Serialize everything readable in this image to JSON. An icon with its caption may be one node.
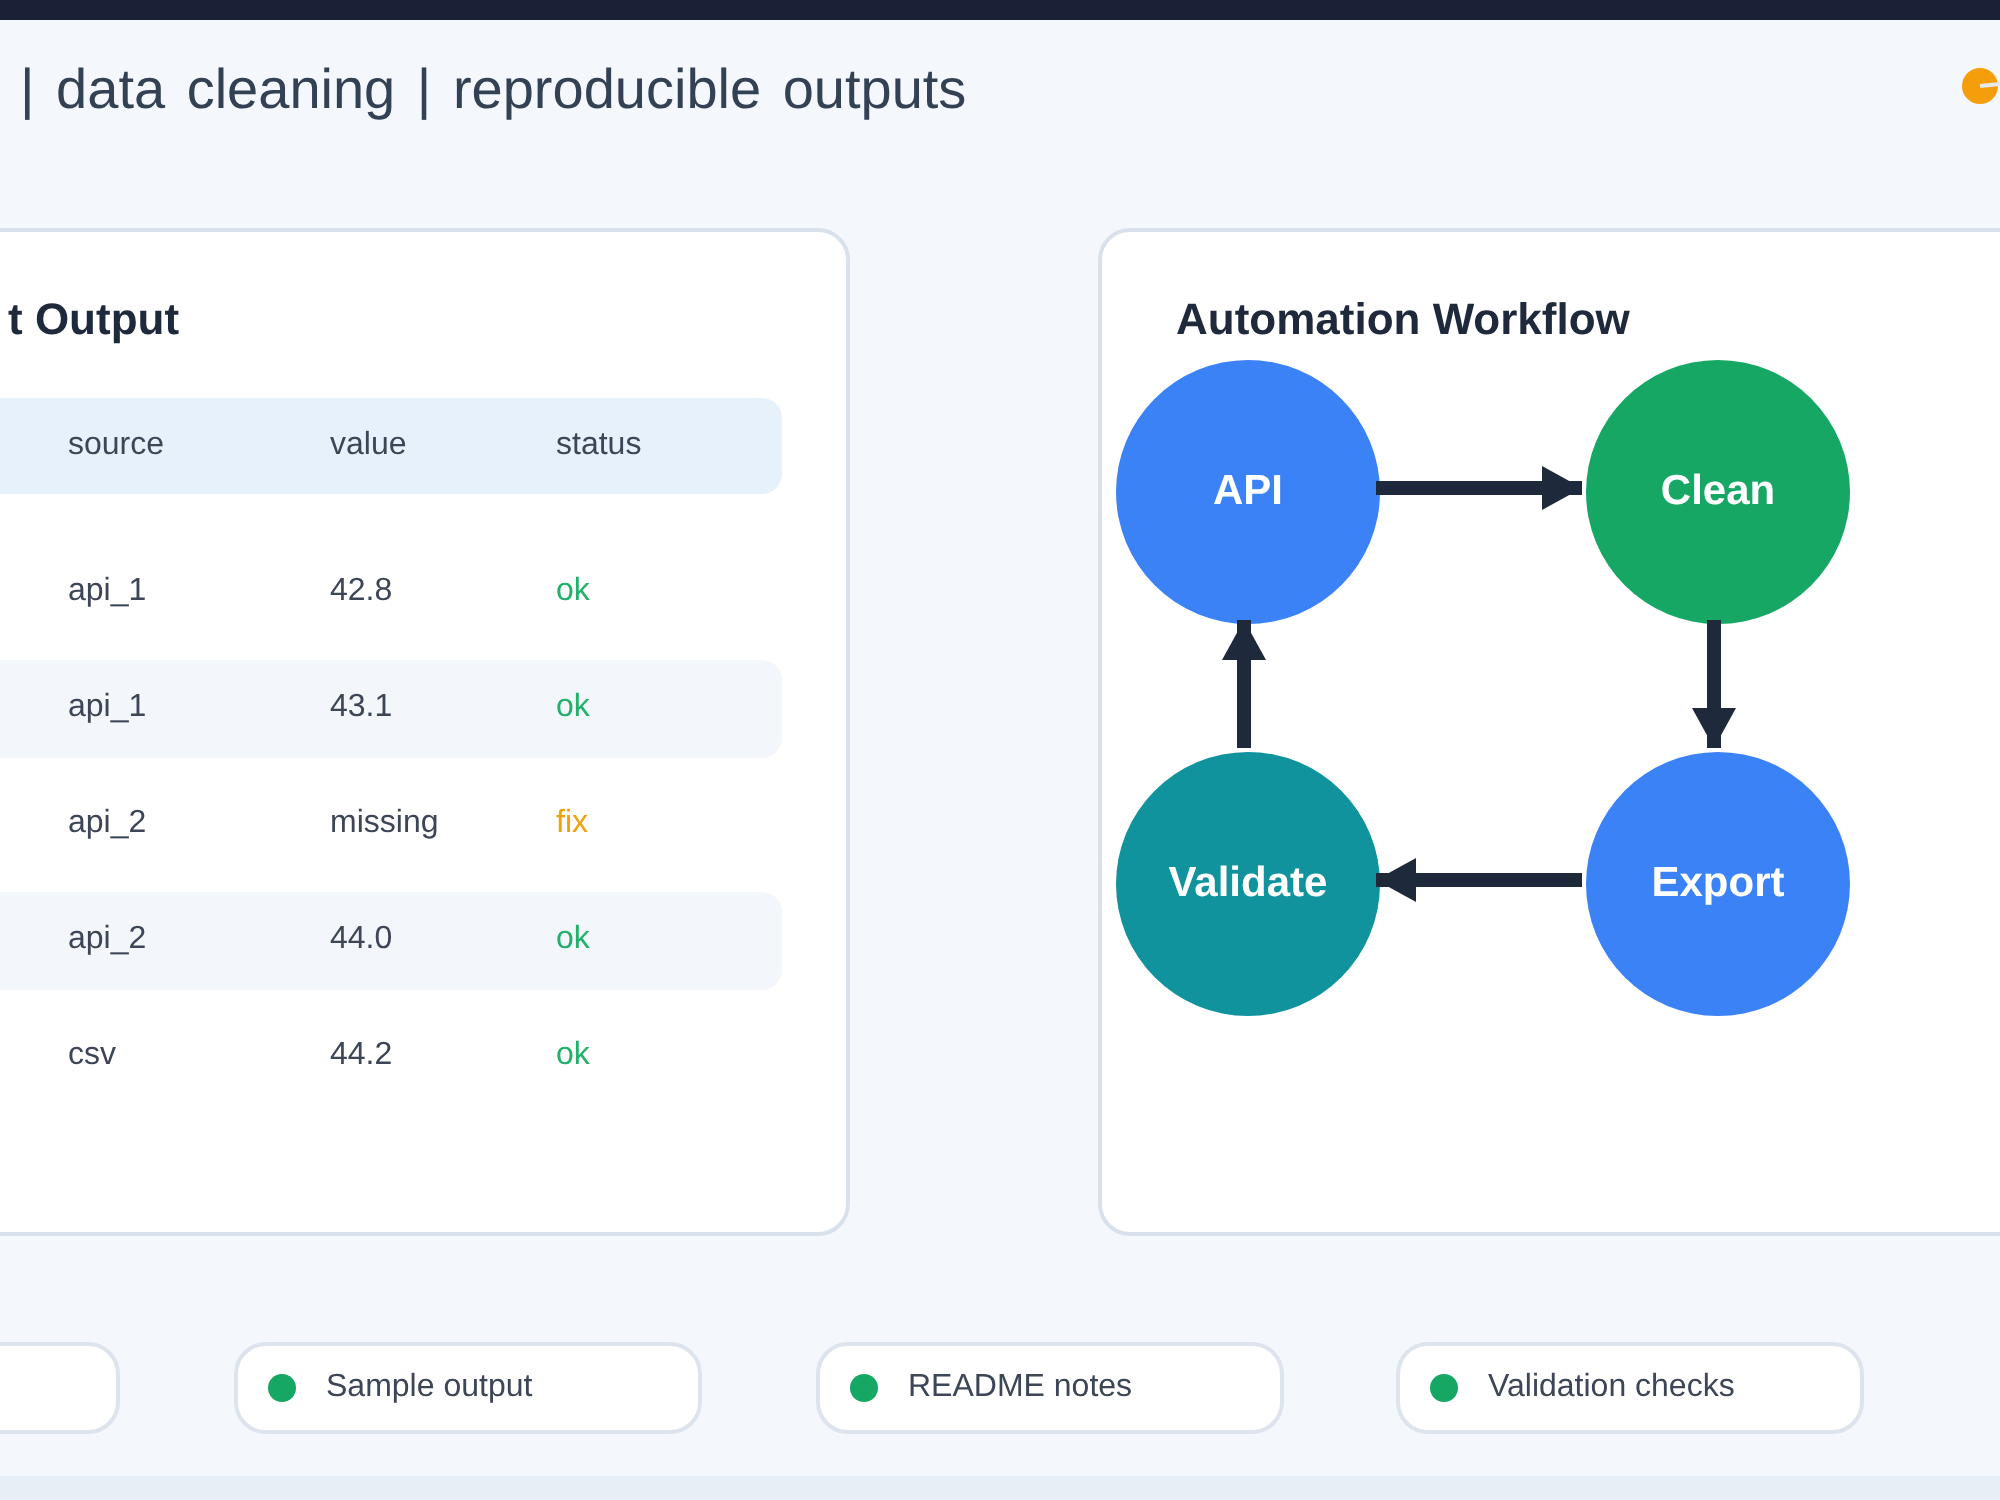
{
  "diagram": {
    "nodes": [
      {
        "text": [
          "t Output"
        ]
      },
      {
        "text": [
          "Automation Workflow"
        ]
      },
      {
        "text": [
          "API"
        ],
        "in": 1
      },
      {
        "text": [
          "Clean"
        ],
        "in": 1
      },
      {
        "text": [
          "Validate"
        ],
        "in": 1
      },
      {
        "text": [
          "Export"
        ],
        "in": 1
      },
      {
        "text": [],
        "shape": "box"
      },
      {
        "text": [
          "Sample output"
        ]
      },
      {
        "text": [
          "README notes"
        ]
      },
      {
        "text": [
          "Validation checks"
        ]
      }
    ],
    "edges": [
      {
        "from": 2,
        "to": 3,
        "arrow": "to"
      },
      {
        "from": 3,
        "to": 5,
        "arrow": "to"
      },
      {
        "from": 5,
        "to": 4,
        "arrow": "to"
      },
      {
        "from": 4,
        "to": 2,
        "arrow": "to"
      }
    ],
    "labels": [
      "| data cleaning | reproducible outputs",
      "source",
      "value",
      "status",
      "api_1",
      "42.8",
      "ok",
      "api_1",
      "43.1",
      "ok",
      "api_2",
      "missing",
      "fix",
      "api_2",
      "44.0",
      "ok",
      "csv",
      "44.2",
      "ok"
    ]
  }
}
